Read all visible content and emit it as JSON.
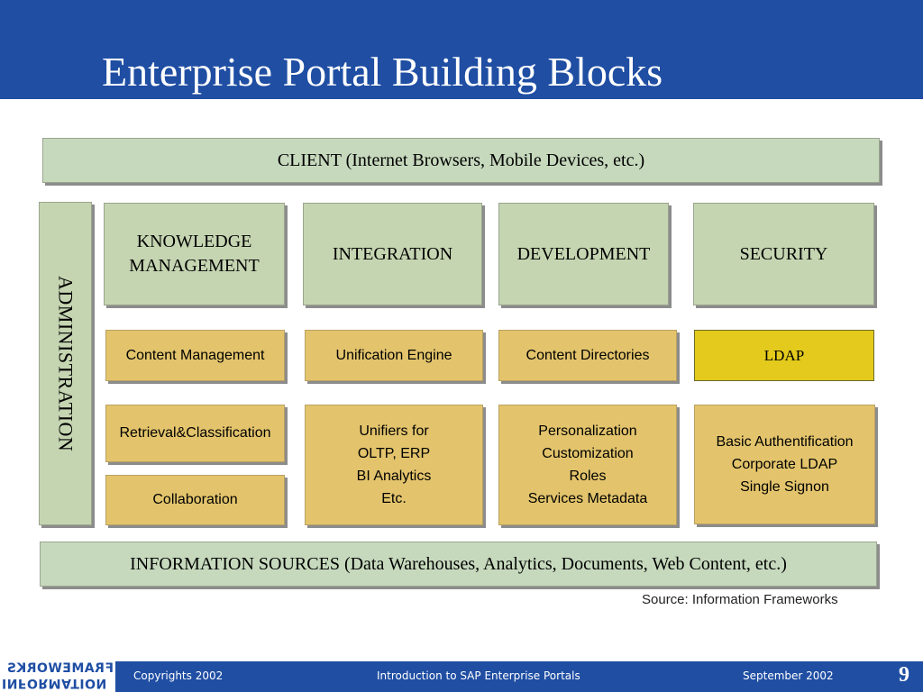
{
  "title": "Enterprise Portal Building Blocks",
  "client": "CLIENT (Internet Browsers, Mobile Devices, etc.)",
  "administration": "ADMINISTRATION",
  "columns": [
    {
      "label_lines": [
        "KNOWLEDGE",
        "MANAGEMENT"
      ]
    },
    {
      "label_lines": [
        "INTEGRATION"
      ]
    },
    {
      "label_lines": [
        "DEVELOPMENT"
      ]
    },
    {
      "label_lines": [
        "SECURITY"
      ]
    }
  ],
  "row2": [
    "Content Management",
    "Unification Engine",
    "Content Directories",
    "LDAP"
  ],
  "row3": {
    "km_top": "Retrieval&Classification",
    "km_bottom": "Collaboration",
    "integration": [
      "Unifiers for",
      "OLTP, ERP",
      "BI Analytics",
      "Etc."
    ],
    "development": [
      "Personalization",
      "Customization",
      "Roles",
      "Services Metadata"
    ],
    "security": [
      "Basic Authentification",
      "Corporate LDAP",
      "Single Signon"
    ]
  },
  "information_sources": "INFORMATION SOURCES (Data Warehouses, Analytics, Documents, Web Content, etc.)",
  "source": "Source: Information Frameworks",
  "footer": {
    "logo_top": "FRAMEWORKS",
    "logo_bottom": "INFORMATION",
    "copyright": "Copyrights 2002",
    "course": "Introduction to SAP  Enterprise Portals",
    "date": "September  2002",
    "page": "9"
  },
  "colors": {
    "brand_blue": "#1f4ea3",
    "layer_green": "#c6d9bd",
    "component_tan": "#e3c46c",
    "highlight_yellow": "#e3ca1c"
  }
}
